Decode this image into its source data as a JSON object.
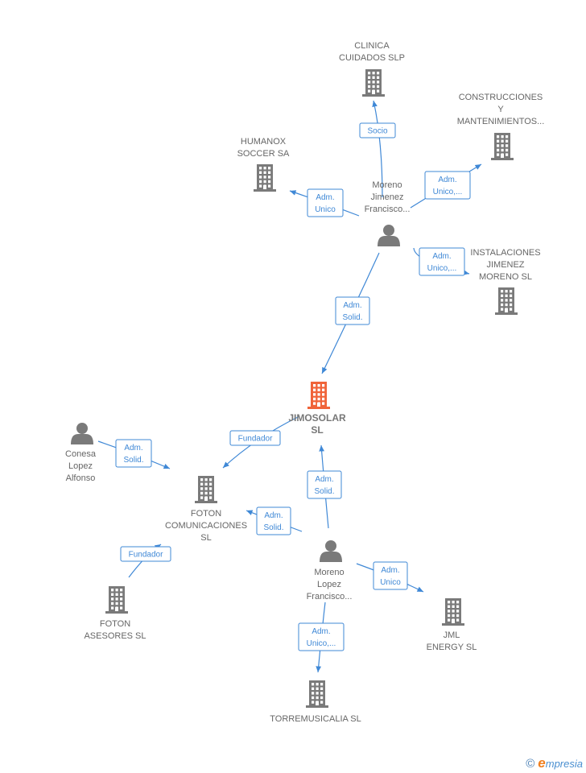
{
  "colors": {
    "edge": "#3f88d6",
    "node": "#7a7a7a",
    "focus": "#f0643a",
    "label": "#666666"
  },
  "nodes": [
    {
      "id": "clinica",
      "type": "company",
      "label": [
        "CLINICA",
        "CUIDADOS SLP"
      ]
    },
    {
      "id": "construcciones",
      "type": "company",
      "label": [
        "CONSTRUCCIONES",
        "Y",
        "MANTENIMIENTOS..."
      ]
    },
    {
      "id": "humanox",
      "type": "company",
      "label": [
        "HUMANOX",
        "SOCCER SA"
      ]
    },
    {
      "id": "moreno_jimenez",
      "type": "person",
      "label": [
        "Moreno",
        "Jimenez",
        "Francisco..."
      ]
    },
    {
      "id": "instalaciones",
      "type": "company",
      "label": [
        "INSTALACIONES",
        "JIMENEZ",
        "MORENO  SL"
      ]
    },
    {
      "id": "jimosolar",
      "type": "focus",
      "label": [
        "JIMOSOLAR",
        "SL"
      ]
    },
    {
      "id": "conesa",
      "type": "person",
      "label": [
        "Conesa",
        "Lopez",
        "Alfonso"
      ]
    },
    {
      "id": "foton_com",
      "type": "company",
      "label": [
        "FOTON",
        "COMUNICACIONES",
        "SL"
      ]
    },
    {
      "id": "moreno_lopez",
      "type": "person",
      "label": [
        "Moreno",
        "Lopez",
        "Francisco..."
      ]
    },
    {
      "id": "foton_ases",
      "type": "company",
      "label": [
        "FOTON",
        "ASESORES  SL"
      ]
    },
    {
      "id": "jml",
      "type": "company",
      "label": [
        "JML",
        "ENERGY  SL"
      ]
    },
    {
      "id": "torremusicalia",
      "type": "company",
      "label": [
        "TORREMUSICALIA SL"
      ]
    }
  ],
  "edges": [
    {
      "id": "e-socio",
      "from": "moreno_jimenez",
      "to": "clinica",
      "label": [
        "Socio"
      ]
    },
    {
      "id": "e-adm-construcciones",
      "from": "moreno_jimenez",
      "to": "construcciones",
      "label": [
        "Adm.",
        "Unico,..."
      ]
    },
    {
      "id": "e-adm-humanox",
      "from": "moreno_jimenez",
      "to": "humanox",
      "label": [
        "Adm.",
        "Unico"
      ]
    },
    {
      "id": "e-adm-instalaciones",
      "from": "moreno_jimenez",
      "to": "instalaciones",
      "label": [
        "Adm.",
        "Unico,..."
      ]
    },
    {
      "id": "e-adm-jimosolar-1",
      "from": "moreno_jimenez",
      "to": "jimosolar",
      "label": [
        "Adm.",
        "Solid."
      ]
    },
    {
      "id": "e-fundador-1",
      "from": "jimosolar",
      "to": "foton_com",
      "label": [
        "Fundador"
      ]
    },
    {
      "id": "e-adm-conesa",
      "from": "conesa",
      "to": "foton_com",
      "label": [
        "Adm.",
        "Solid."
      ]
    },
    {
      "id": "e-adm-jimosolar-2",
      "from": "moreno_lopez",
      "to": "jimosolar",
      "label": [
        "Adm.",
        "Solid."
      ]
    },
    {
      "id": "e-adm-foton-com",
      "from": "moreno_lopez",
      "to": "foton_com",
      "label": [
        "Adm.",
        "Solid."
      ]
    },
    {
      "id": "e-fundador-2",
      "from": "foton_ases",
      "to": "foton_com",
      "label": [
        "Fundador"
      ]
    },
    {
      "id": "e-adm-jml",
      "from": "moreno_lopez",
      "to": "jml",
      "label": [
        "Adm.",
        "Unico"
      ]
    },
    {
      "id": "e-adm-torre",
      "from": "moreno_lopez",
      "to": "torremusicalia",
      "label": [
        "Adm.",
        "Unico,..."
      ]
    }
  ],
  "footer": {
    "copyright": "©",
    "brand_initial": "e",
    "brand_rest": "mpresia"
  }
}
